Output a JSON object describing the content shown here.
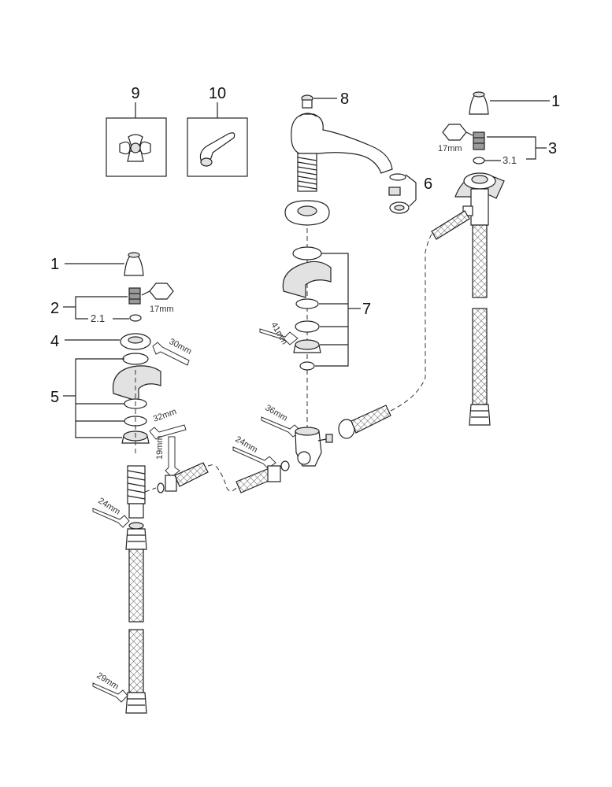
{
  "callouts": {
    "c1_right": "1",
    "c1_left": "1",
    "c2": "2",
    "c2_1": "2.1",
    "c3": "3",
    "c3_1": "3.1",
    "c4": "4",
    "c5": "5",
    "c6": "6",
    "c7": "7",
    "c8": "8",
    "c9": "9",
    "c10": "10"
  },
  "wrench_sizes": {
    "hex_right": "17mm",
    "hex_left": "17mm",
    "w30": "30mm",
    "w32": "32mm",
    "w19": "19mm",
    "w24_left": "24mm",
    "w29": "29mm",
    "w41": "41mm",
    "w36": "36mm",
    "w24_mid": "24mm"
  },
  "icons": [
    "cross-handle-icon",
    "lever-handle-icon",
    "hex-nut-icon",
    "wrench-icon"
  ]
}
